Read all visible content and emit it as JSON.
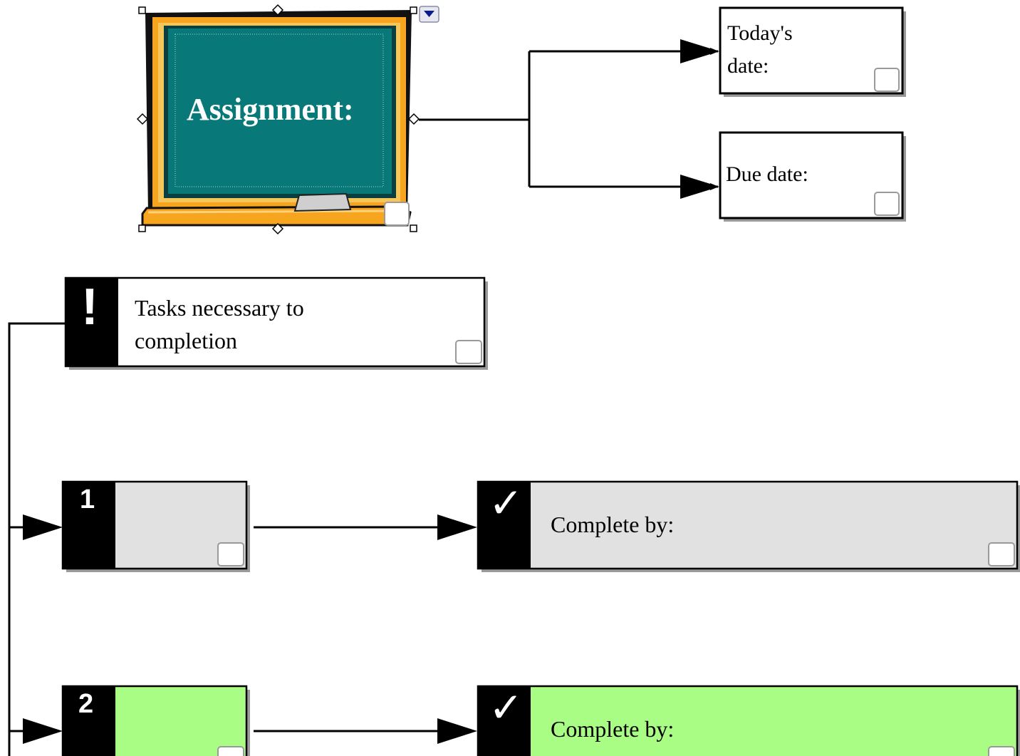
{
  "assignment": {
    "title": "Assignment:",
    "board_color": "#087878",
    "frame_color": "#f7a51f"
  },
  "date_boxes": [
    {
      "line1": "Today's",
      "line2": "date:"
    },
    {
      "line1": "Due date:",
      "line2": ""
    }
  ],
  "tasks_header": {
    "icon_glyph": "!",
    "line1": "Tasks necessary to",
    "line2": "completion"
  },
  "task_rows": [
    {
      "number": "1",
      "label": "Complete by:",
      "fill": "#e2e1e1",
      "check_glyph": "✓"
    },
    {
      "number": "2",
      "label": "Complete by:",
      "fill": "#aafd84",
      "check_glyph": "✓"
    }
  ],
  "colors": {
    "line": "#000000",
    "tab": "#000000",
    "shadow": "#9a9a9a"
  }
}
